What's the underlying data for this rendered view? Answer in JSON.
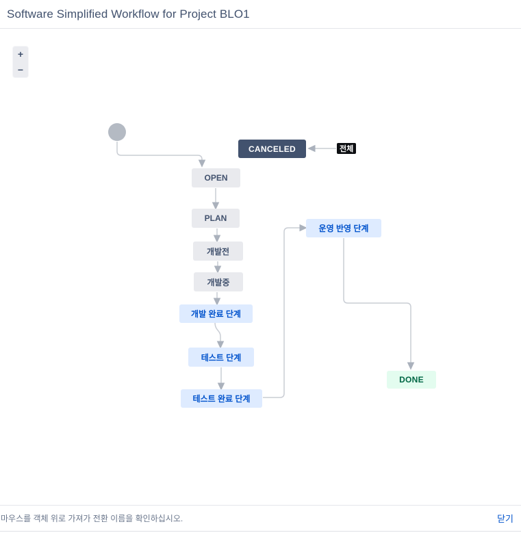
{
  "header": {
    "title": "Software Simplified Workflow for Project BLO1"
  },
  "zoom_controls": {
    "zoom_in_label": "+",
    "zoom_out_label": "−"
  },
  "diagram": {
    "nodes": {
      "canceled": {
        "label": "CANCELED"
      },
      "open": {
        "label": "OPEN"
      },
      "plan": {
        "label": "PLAN"
      },
      "before_dev": {
        "label": "개발전"
      },
      "in_dev": {
        "label": "개발중"
      },
      "dev_complete": {
        "label": "개발 완료 단계"
      },
      "test": {
        "label": "테스트 단계"
      },
      "test_complete": {
        "label": "테스트 완료 단계"
      },
      "ops_deploy": {
        "label": "운영 반영 단계"
      },
      "done": {
        "label": "DONE"
      }
    },
    "transition_labels": {
      "all": "전체"
    },
    "colors": {
      "status_gray_bg": "#e9eaee",
      "status_gray_text": "#42526e",
      "status_blue_bg": "#deebff",
      "status_blue_text": "#0052cc",
      "status_dark_bg": "#42526e",
      "status_dark_text": "#ffffff",
      "status_green_bg": "#e3fcef",
      "status_green_text": "#006644",
      "connector_line": "#c9cdd4"
    }
  },
  "footer": {
    "hint": "마우스를 객체 위로 가져가 전환 이름을 확인하십시오.",
    "close_label": "닫기"
  }
}
